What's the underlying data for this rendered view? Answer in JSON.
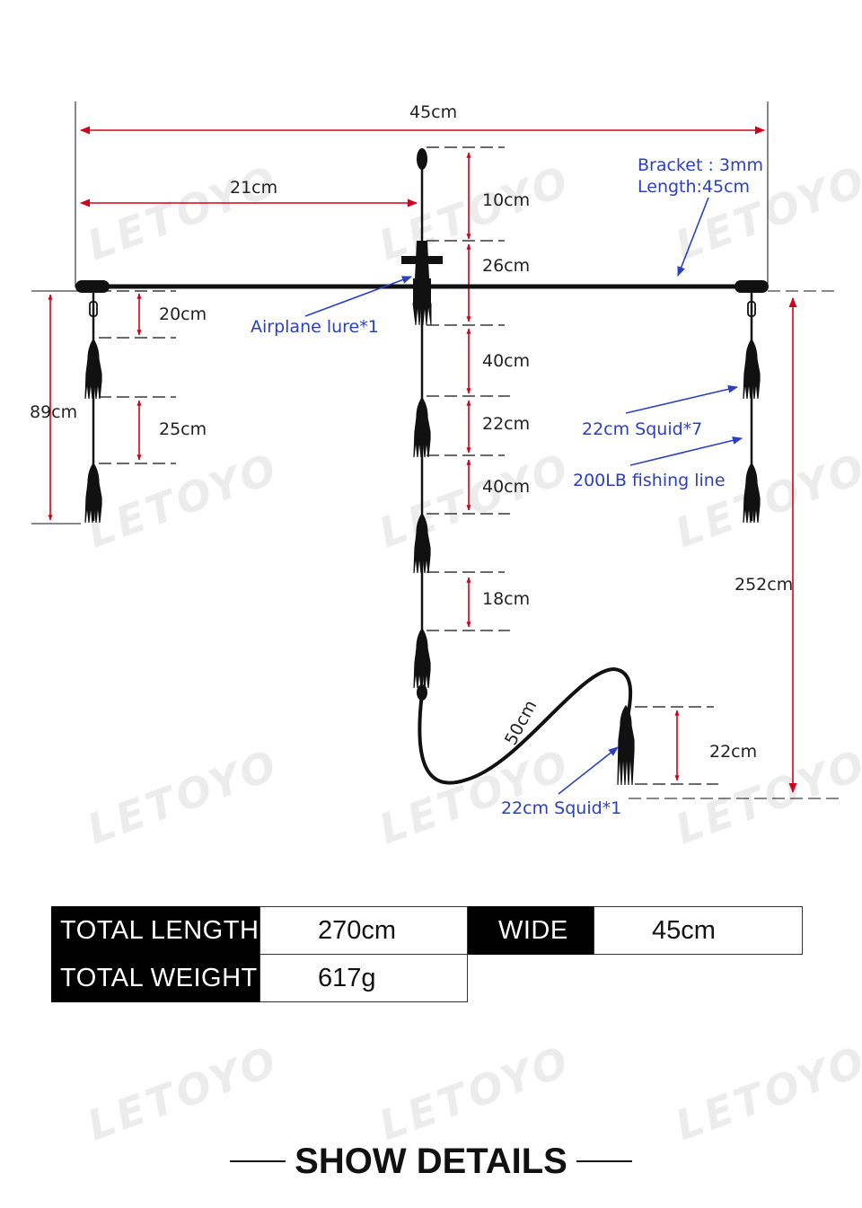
{
  "watermark": "LETOYO",
  "colors": {
    "dimension_arrow": "#d0021b",
    "callout": "#2a3fc4",
    "line": "#111111"
  },
  "dimensions": {
    "bracket_width": "45cm",
    "half_width": "21cm",
    "top_lead": "10cm",
    "airplane_section": "26cm",
    "center_gap_1": "40cm",
    "center_squid": "22cm",
    "center_gap_2": "40cm",
    "center_gap_3": "18cm",
    "tail_line": "50cm",
    "tail_squid": "22cm",
    "left_gap_1": "20cm",
    "left_gap_2": "25cm",
    "left_total": "89cm",
    "right_total": "252cm"
  },
  "callouts": {
    "bracket_line1": "Bracket : 3mm",
    "bracket_line2": "Length:45cm",
    "airplane": "Airplane lure*1",
    "squid7": "22cm Squid*7",
    "fishing_line": "200LB fishing line",
    "squid1": "22cm Squid*1"
  },
  "specs": {
    "total_length_label": "TOTAL LENGTH",
    "total_length_value": "270cm",
    "wide_label": "WIDE",
    "wide_value": "45cm",
    "total_weight_label": "TOTAL WEIGHT",
    "total_weight_value": "617g"
  },
  "footer_title": "SHOW DETAILS"
}
